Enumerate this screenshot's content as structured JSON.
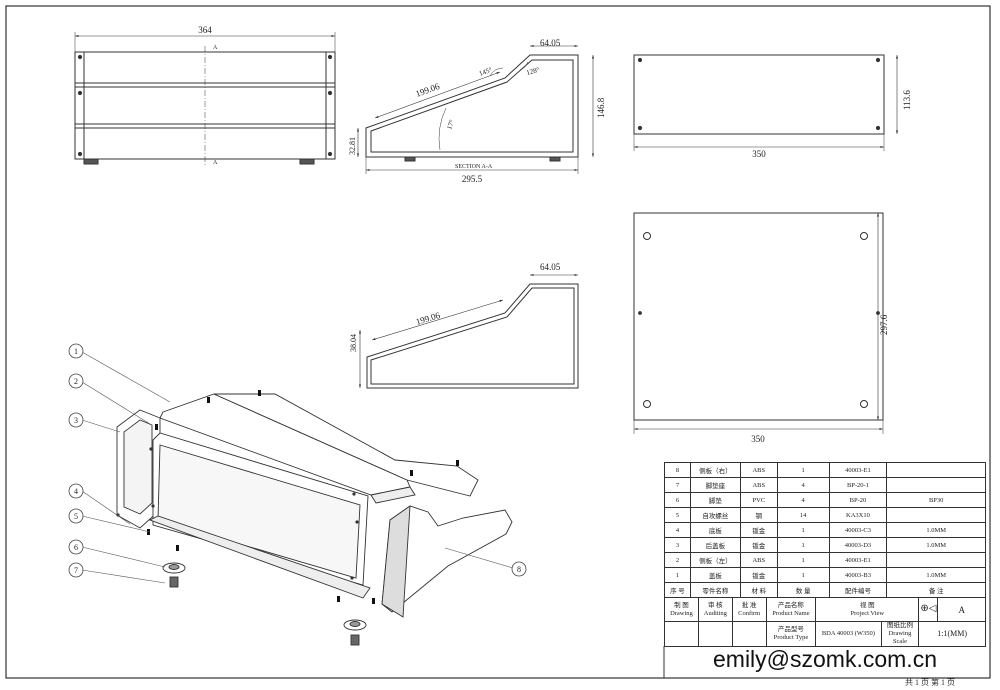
{
  "top_view": {
    "dim_width": "364",
    "section_marker": "A"
  },
  "section_view": {
    "title": "SECTION A-A",
    "dim_top": "64.05",
    "dim_slope": "199.06",
    "dim_height": "146.8",
    "dim_front": "32.81",
    "dim_depth": "295.5",
    "angle_a": "145°",
    "angle_b": "128°",
    "angle_c": "17°"
  },
  "front_panel_view": {
    "dim_width": "350",
    "dim_height": "113.6"
  },
  "side_view": {
    "dim_top": "64.05",
    "dim_slope": "199.06",
    "dim_front": "38.04"
  },
  "back_panel_view": {
    "dim_width": "350",
    "dim_height": "297.6"
  },
  "callouts": [
    "1",
    "2",
    "3",
    "4",
    "5",
    "6",
    "7",
    "8"
  ],
  "bom": {
    "rows": [
      {
        "no": "8",
        "name": "侧板（右）",
        "material": "ABS",
        "qty": "1",
        "code": "40003-E1",
        "note": ""
      },
      {
        "no": "7",
        "name": "脚垫座",
        "material": "ABS",
        "qty": "4",
        "code": "BP-20-1",
        "note": ""
      },
      {
        "no": "6",
        "name": "脚垫",
        "material": "PVC",
        "qty": "4",
        "code": "BP-20",
        "note": "BP30"
      },
      {
        "no": "5",
        "name": "自攻螺丝",
        "material": "钢",
        "qty": "14",
        "code": "KA3X10",
        "note": ""
      },
      {
        "no": "4",
        "name": "底板",
        "material": "钣金",
        "qty": "1",
        "code": "40003-C3",
        "note": "1.0MM"
      },
      {
        "no": "3",
        "name": "后盖板",
        "material": "钣金",
        "qty": "1",
        "code": "40003-D3",
        "note": "1.0MM"
      },
      {
        "no": "2",
        "name": "侧板（左）",
        "material": "ABS",
        "qty": "1",
        "code": "40003-E1",
        "note": ""
      },
      {
        "no": "1",
        "name": "盖板",
        "material": "钣金",
        "qty": "1",
        "code": "40003-B3",
        "note": "1.0MM"
      }
    ],
    "header": {
      "no": "序 号",
      "name": "零件名称",
      "material": "材 料",
      "qty": "数 量",
      "code": "配件编号",
      "note": "备 注"
    }
  },
  "title_block": {
    "drawing_cn": "制 图",
    "drawing_en": "Drawing",
    "auditing_cn": "审 核",
    "auditing_en": "Auditing",
    "confirm_cn": "批 准",
    "confirm_en": "Confirm",
    "product_name_cn": "产品名称",
    "product_name_en": "Product Name",
    "project_view_cn": "视 图",
    "project_view_en": "Project View",
    "revision": "A",
    "product_type_cn": "产品型号",
    "product_type_en": "Product Type",
    "product_type_value": "BDA 40003 (W350)",
    "scale_cn": "图纸比例",
    "scale_en": "Drawing Scale",
    "scale_value": "1:1(MM)"
  },
  "email": "emily@szomk.com.cn",
  "footer": "共 1 页  第 1 页"
}
